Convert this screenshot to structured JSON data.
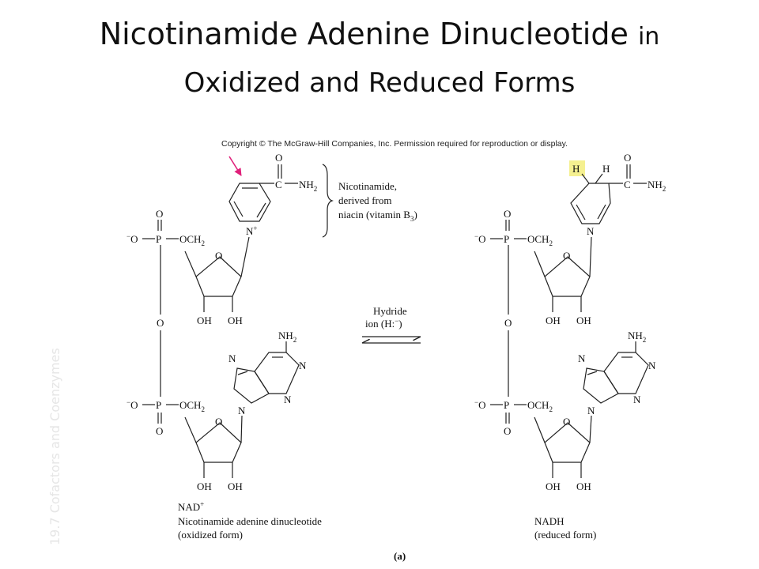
{
  "title": {
    "line1_main": "Nicotinamide Adenine Dinucleotide",
    "line1_small": "in",
    "line2": "Oxidized and Reduced Forms"
  },
  "side_label": "19.7 Cofactors and Coenzymes",
  "copyright": "Copyright © The McGraw-Hill Companies, Inc. Permission required for reproduction or display.",
  "nicotinamide_note": [
    "Nicotinamide,",
    "derived from",
    "niacin (vitamin B",
    "3",
    ")"
  ],
  "arrow_label": [
    "Hydride",
    "ion (H:",
    "−",
    ")"
  ],
  "nad": {
    "name": "NAD",
    "charge": "+",
    "line2": "Nicotinamide adenine dinucleotide",
    "line3": "(oxidized form)"
  },
  "nadh": {
    "name": "NADH",
    "line2": "(reduced form)"
  },
  "panel_label": "(a)",
  "atoms": {
    "O": "O",
    "P": "P",
    "N": "N",
    "C": "C",
    "H": "H",
    "OH": "OH",
    "OCH": "OCH",
    "NH": "NH",
    "two": "2",
    "minus": "−",
    "plus": "+"
  },
  "colors": {
    "arrow": "#e0207a",
    "highlight": "#f5f090"
  }
}
